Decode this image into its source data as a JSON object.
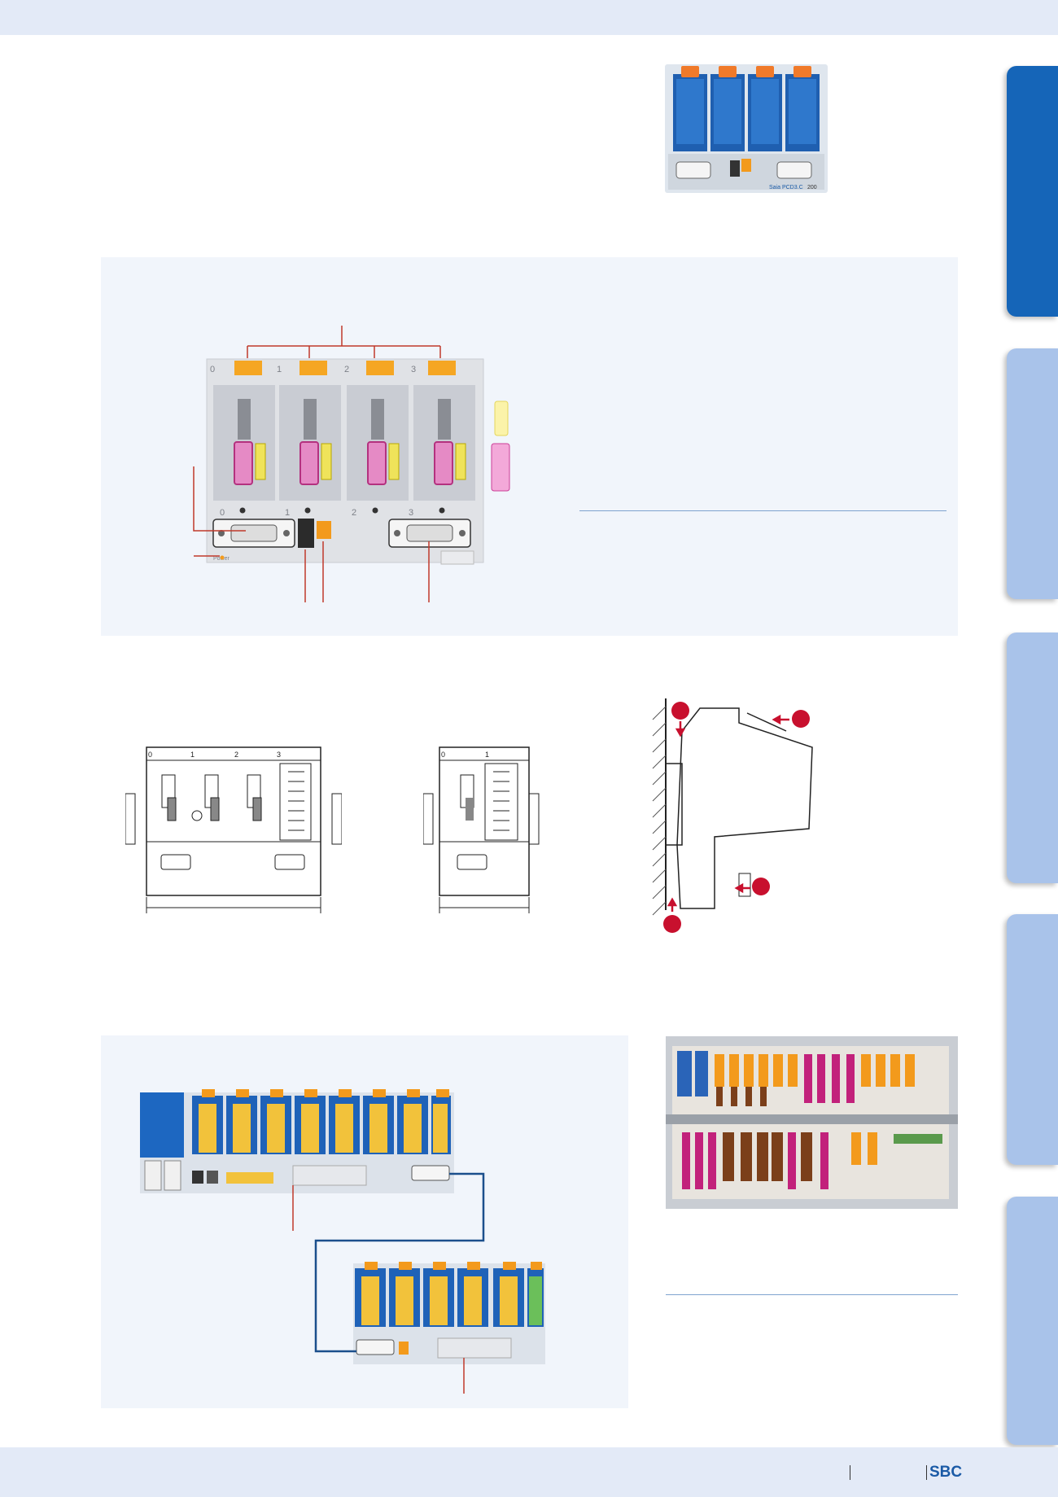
{
  "top_photo": {
    "brand_text": "Saia PCD3.C",
    "model_text": "200"
  },
  "main_diagram": {
    "slot_top_numbers": [
      "0",
      "1",
      "2",
      "3"
    ],
    "slot_bottom_numbers": [
      "0",
      "1",
      "2",
      "3"
    ],
    "power_label": "Power"
  },
  "dimension_drawings": {
    "wide_slot_numbers": [
      "0",
      "1",
      "2",
      "3"
    ],
    "narrow_slot_numbers": [
      "0",
      "1"
    ]
  },
  "footer": {
    "brand": "SBC"
  },
  "colors": {
    "sbc_blue": "#1a5aa6",
    "accent_red": "#c8102e",
    "connector_orange": "#f39a1c",
    "magenta": "#b4317f"
  }
}
